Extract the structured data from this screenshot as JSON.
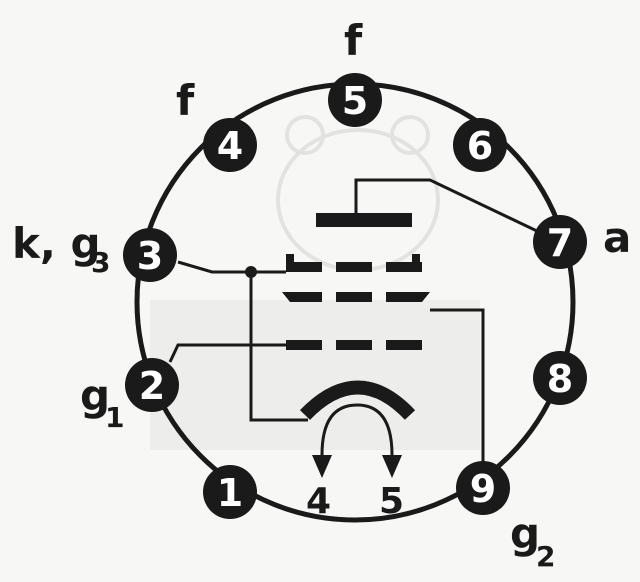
{
  "labels": {
    "f_top": "f",
    "f_left": "f",
    "kg3_main": "k, g",
    "kg3_sub": "3",
    "a": "a",
    "g1_main": "g",
    "g1_sub": "1",
    "g2_main": "g",
    "g2_sub": "2",
    "deflect_4": "4",
    "deflect_5": "5"
  },
  "pins": [
    "1",
    "2",
    "3",
    "4",
    "5",
    "6",
    "7",
    "8",
    "9"
  ],
  "colors": {
    "ink": "#1a1a1a",
    "pin_fill": "#1a1a1a",
    "pin_text": "#ffffff",
    "paper": "#f7f7f5"
  }
}
